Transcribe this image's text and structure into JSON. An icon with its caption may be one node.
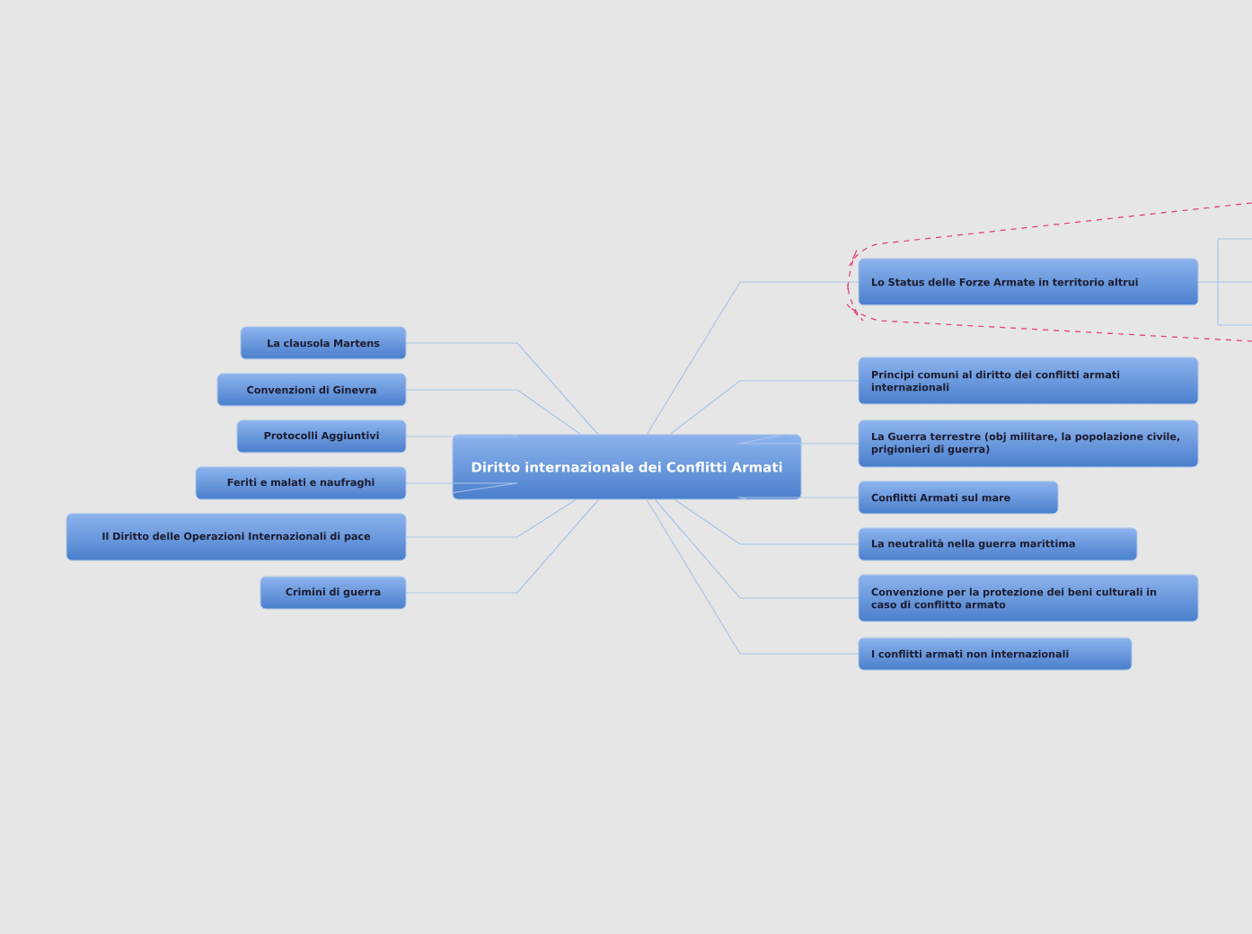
{
  "diagram": {
    "nodes": [
      {
        "text": [
          "Diritto internazionale dei Conflitti Armati"
        ]
      },
      {
        "text": [
          "Lo Status delle Forze Armate in territorio altrui"
        ]
      },
      {
        "text": [
          "Principi comuni al diritto dei conflitti armati internazionali"
        ]
      },
      {
        "text": [
          "La Guerra terrestre (obj militare, la popolazione civile, prigionieri di guerra)"
        ]
      },
      {
        "text": [
          "Conflitti Armati sul mare"
        ]
      },
      {
        "text": [
          "La neutralità nella guerra marittima"
        ]
      },
      {
        "text": [
          "Convenzione per la protezione dei beni culturali in caso di conflitto armato"
        ]
      },
      {
        "text": [
          "I conflitti armati non internazionali"
        ]
      },
      {
        "text": [
          "La clausola Martens"
        ]
      },
      {
        "text": [
          "Convenzioni di Ginevra"
        ]
      },
      {
        "text": [
          "Protocolli Aggiuntivi"
        ]
      },
      {
        "text": [
          "Feriti e malati e naufraghi"
        ]
      },
      {
        "text": [
          "Il Diritto delle Operazioni Internazionali di pace"
        ]
      },
      {
        "text": [
          "Crimini di guerra"
        ]
      }
    ],
    "edges": [
      {
        "from": 0,
        "to": 1,
        "arrow": "none"
      },
      {
        "from": 0,
        "to": 2,
        "arrow": "none"
      },
      {
        "from": 0,
        "to": 3,
        "arrow": "none"
      },
      {
        "from": 0,
        "to": 4,
        "arrow": "none"
      },
      {
        "from": 0,
        "to": 5,
        "arrow": "none"
      },
      {
        "from": 0,
        "to": 6,
        "arrow": "none"
      },
      {
        "from": 0,
        "to": 7,
        "arrow": "none"
      },
      {
        "from": 0,
        "to": 8,
        "arrow": "none"
      },
      {
        "from": 0,
        "to": 9,
        "arrow": "none"
      },
      {
        "from": 0,
        "to": 10,
        "arrow": "none"
      },
      {
        "from": 0,
        "to": 11,
        "arrow": "none"
      },
      {
        "from": 0,
        "to": 12,
        "arrow": "none"
      },
      {
        "from": 0,
        "to": 13,
        "arrow": "none"
      }
    ]
  }
}
